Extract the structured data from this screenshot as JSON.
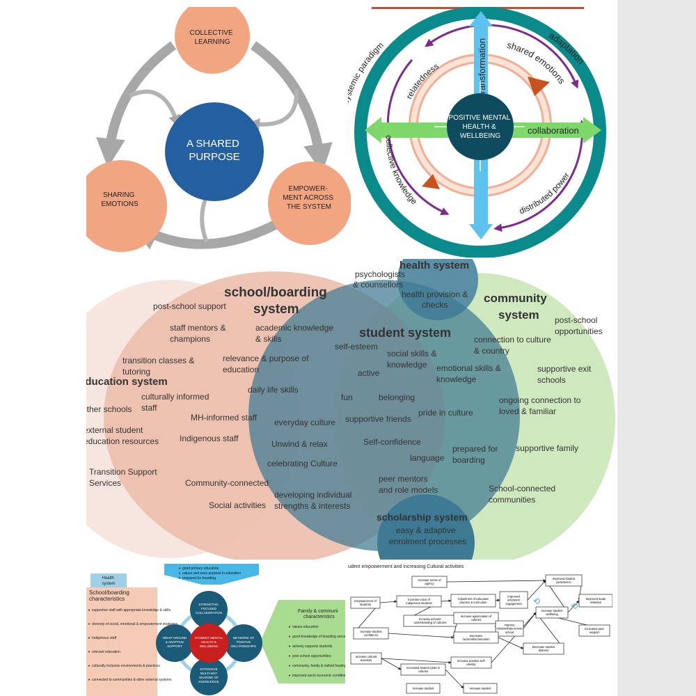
{
  "panel1": {
    "center": [
      "A SHARED",
      "PURPOSE"
    ],
    "top": [
      "COLLECTIVE",
      "LEARNING"
    ],
    "left": [
      "SHARING",
      "EMOTIONS"
    ],
    "right": [
      "EMPOWER-",
      "MENT ACROSS",
      "THE SYSTEM"
    ]
  },
  "panel2": {
    "center": [
      "POSITIVE MENTAL",
      "HEALTH &",
      "WELLBEING"
    ],
    "labels": {
      "transformation": "transformation",
      "collaboration": "collaboration",
      "relatedness": "relatedness",
      "shared_emotions": "shared emotions",
      "adaptation": "adaptation",
      "critical": "critical systemic paradigm",
      "collective": "collective knowledge",
      "distributed": "distributed power"
    }
  },
  "panel3": {
    "titles": {
      "health": "health system",
      "school": [
        "school/boarding",
        "system"
      ],
      "community": [
        "community",
        "system"
      ],
      "student": "student system",
      "education": "education system",
      "scholarship": "scholarship system"
    },
    "health_items": [
      [
        "psychologists",
        "& counsellors"
      ],
      [
        "health provision &",
        "checks"
      ]
    ],
    "school_items": [
      [
        "post-school support"
      ],
      [
        "staff mentors &",
        "champions"
      ],
      [
        "academic knowledge",
        "& skills"
      ],
      [
        "transition classes &",
        "tutoring"
      ],
      [
        "relevance & purpose of",
        "education"
      ],
      [
        "daily life skills"
      ],
      [
        "culturally informed",
        "staff"
      ],
      [
        "MH-informed staff"
      ],
      [
        "Indigenous staff"
      ],
      [
        "Community-connected"
      ],
      [
        "Social activities"
      ]
    ],
    "education_items": [
      [
        "other schools"
      ],
      [
        "external student",
        "education resources"
      ],
      [
        "Transition Support",
        "Services"
      ]
    ],
    "community_items": [
      [
        "post-school",
        "opportunities"
      ],
      [
        "connection to culture",
        "& country"
      ],
      [
        "supportive exit",
        "schools"
      ],
      [
        "ongoing connection  to",
        "loved & familiar"
      ],
      [
        "supportive family"
      ],
      [
        "School-connected",
        "communities"
      ]
    ],
    "student_items": [
      [
        "self-esteem"
      ],
      [
        "social skills &",
        "knowledge"
      ],
      [
        "emotional skills &",
        "knowledge"
      ],
      [
        "active"
      ],
      [
        "fun"
      ],
      [
        "belonging"
      ],
      [
        "supportive friends"
      ],
      [
        "pride in culture"
      ],
      [
        "everyday culture"
      ],
      [
        "Self-confidence"
      ],
      [
        "Unwind & relax"
      ],
      [
        "language"
      ],
      [
        "prepared for",
        "boarding"
      ],
      [
        "celebrating Culture"
      ],
      [
        "peer mentors",
        "and role models"
      ],
      [
        "developing individual",
        "strengths & interests"
      ]
    ],
    "scholarship_items": [
      [
        "easy & adaptive",
        "enrolment processes"
      ]
    ]
  },
  "panel4": {
    "health_label": [
      "Health",
      "system"
    ],
    "school_heading": [
      "School/boarding",
      "characteristics"
    ],
    "school_list": [
      "supportive staff with appropriate knowledge & skills",
      "diversity of social, emotional & empowerment strategies",
      "Indigenous staff",
      "relevant education",
      "culturally inclusive environments & practices",
      "connected to communities & other external systems"
    ],
    "top_list": [
      "good primary education",
      "values and sees purpose in education",
      "prepared for boarding"
    ],
    "family_heading": [
      "Family & communi",
      "characteristics"
    ],
    "family_list": [
      "values education",
      "good knowledge of boarding secondary schools",
      "actively supports students",
      "post school opportunities",
      "community, family & individ healing & wellbeing",
      "improved socio economic conditions"
    ],
    "circles": {
      "top": [
        "STRENGTHS-",
        "FOCUSED",
        "COLLABORATION"
      ],
      "left": [
        "WRAP-AROUND",
        "& ADAPTIVE",
        "SUPPORT"
      ],
      "center": [
        "STUDENT MENTAL",
        "HEALTH &",
        "WELLBEING"
      ],
      "right": [
        "NETWORK OF",
        "POSITIVE",
        "RELATIONSHIPS"
      ],
      "bottom": [
        "EXTENSIVE",
        "MULTI-WAY",
        "SHARING OF",
        "KNOWLEDGE"
      ]
    }
  },
  "panel5": {
    "title": "udent empowerment and increasing Cultural activities",
    "boxes": [
      [
        "Empowerment of",
        "students"
      ],
      [
        "Increase sense of",
        "agency"
      ],
      [
        "Increase voice of",
        "Indigenous students"
      ],
      [
        "Adjustment of education",
        "practice & curriculum"
      ],
      [
        "Improved",
        "education",
        "engagement"
      ],
      [
        "Improved student",
        "persistence"
      ],
      [
        "Increase schools'",
        "understanding of cultures"
      ],
      [
        "Increase appreciation of",
        "cultures"
      ],
      [
        "Improve",
        "relationships across",
        "school"
      ],
      [
        "Increase student",
        "wellbeing"
      ],
      [
        "Improved stude",
        "retention"
      ],
      [
        "Increase student",
        "confidence"
      ],
      [
        "Decrease",
        "racism/discrimination"
      ],
      [
        "Increased peer",
        "support"
      ],
      [
        "Decrease student",
        "distress"
      ],
      [
        "Increase cultural",
        "activities"
      ],
      [
        "Increase positive self-",
        "identity"
      ],
      [
        "Increased student pride in",
        "cultures"
      ],
      [
        "Increase student"
      ],
      [
        "Increase student"
      ]
    ]
  }
}
